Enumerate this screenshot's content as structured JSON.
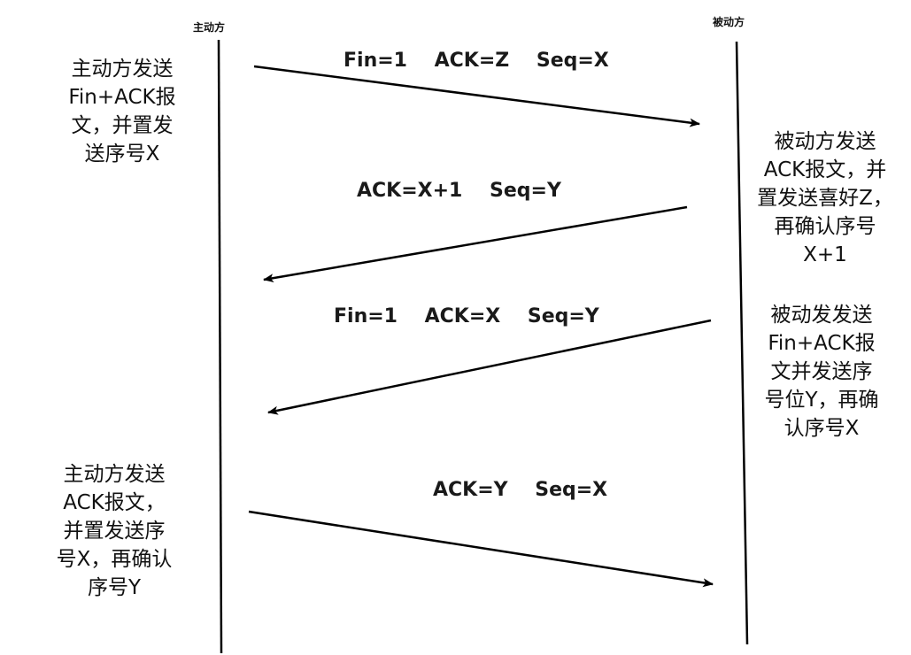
{
  "parties": {
    "active": "主动方",
    "passive": "被动方"
  },
  "messages": [
    {
      "label": "Fin=1    ACK=Z    Seq=X",
      "direction": "active-to-passive"
    },
    {
      "label": "ACK=X+1    Seq=Y",
      "direction": "passive-to-active"
    },
    {
      "label": "Fin=1    ACK=X    Seq=Y",
      "direction": "passive-to-active"
    },
    {
      "label": "ACK=Y    Seq=X",
      "direction": "active-to-passive"
    }
  ],
  "notes": {
    "active_1": "主动方发送\nFin+ACK报\n文，并置发\n送序号X",
    "passive_1": "被动方发送\nACK报文，并\n置发送喜好Z，\n再确认序号\nX+1",
    "passive_2": "被动发发送\nFin+ACK报\n文并发送序\n号位Y，再确\n认序号X",
    "active_2": "主动方发送\nACK报文，\n并置发送序\n号X，再确认\n序号Y"
  },
  "colors": {
    "line": "#000000",
    "text": "#1a1a1a"
  }
}
